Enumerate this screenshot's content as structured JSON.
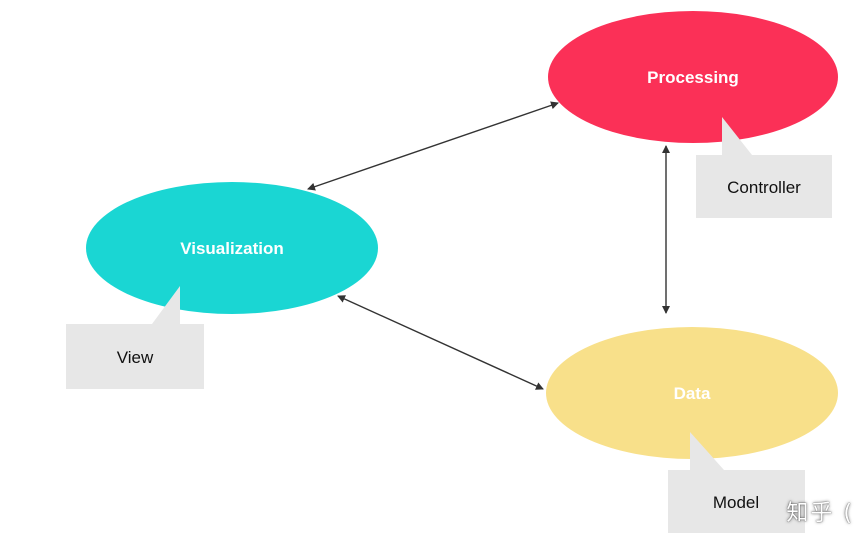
{
  "colors": {
    "processing": "#fb3057",
    "visualization": "#1ad6d3",
    "data": "#f8e08a",
    "callout": "#e7e7e7",
    "arrow": "#333333"
  },
  "nodes": {
    "processing": {
      "label": "Processing"
    },
    "visualization": {
      "label": "Visualization"
    },
    "data": {
      "label": "Data"
    }
  },
  "callouts": {
    "controller": {
      "label": "Controller"
    },
    "view": {
      "label": "View"
    },
    "model": {
      "label": "Model"
    }
  },
  "watermark": "知乎 ("
}
